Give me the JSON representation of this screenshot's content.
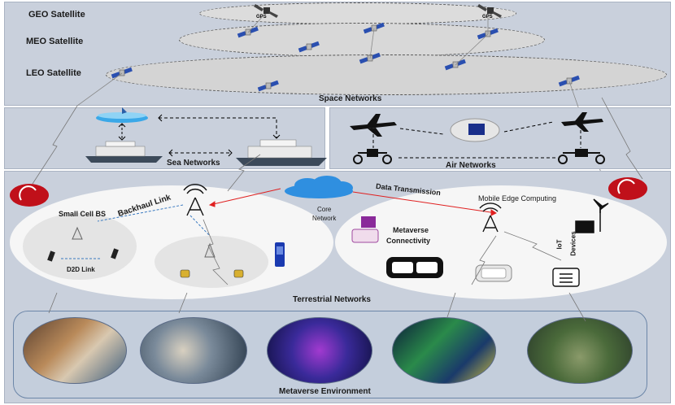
{
  "space": {
    "geo_label": "GEO Satellite",
    "meo_label": "MEO Satellite",
    "leo_label": "LEO Satellite",
    "section_label": "Space Networks",
    "gps_label": "GPS"
  },
  "sea": {
    "section_label": "Sea Networks"
  },
  "air": {
    "section_label": "Air Networks"
  },
  "terrestrial": {
    "section_label": "Terrestrial Networks",
    "small_cell_label": "Small Cell BS",
    "backhaul_label": "Backhaul Link",
    "d2d_label": "D2D Link",
    "core_network_label_1": "Core",
    "core_network_label_2": "Network",
    "data_transmission_label": "Data Transmission",
    "mec_label": "Mobile Edge Computing",
    "metaverse_conn_label_1": "Metaverse",
    "metaverse_conn_label_2": "Connectivity",
    "iot_label_1": "IoT",
    "iot_label_2": "Devices"
  },
  "metaverse": {
    "section_label": "Metaverse Environment"
  },
  "colors": {
    "panel": "#c9d0dc",
    "cloud": "#2f8fe0",
    "data_arrow": "#e02020",
    "dish_red": "#c0101a"
  }
}
